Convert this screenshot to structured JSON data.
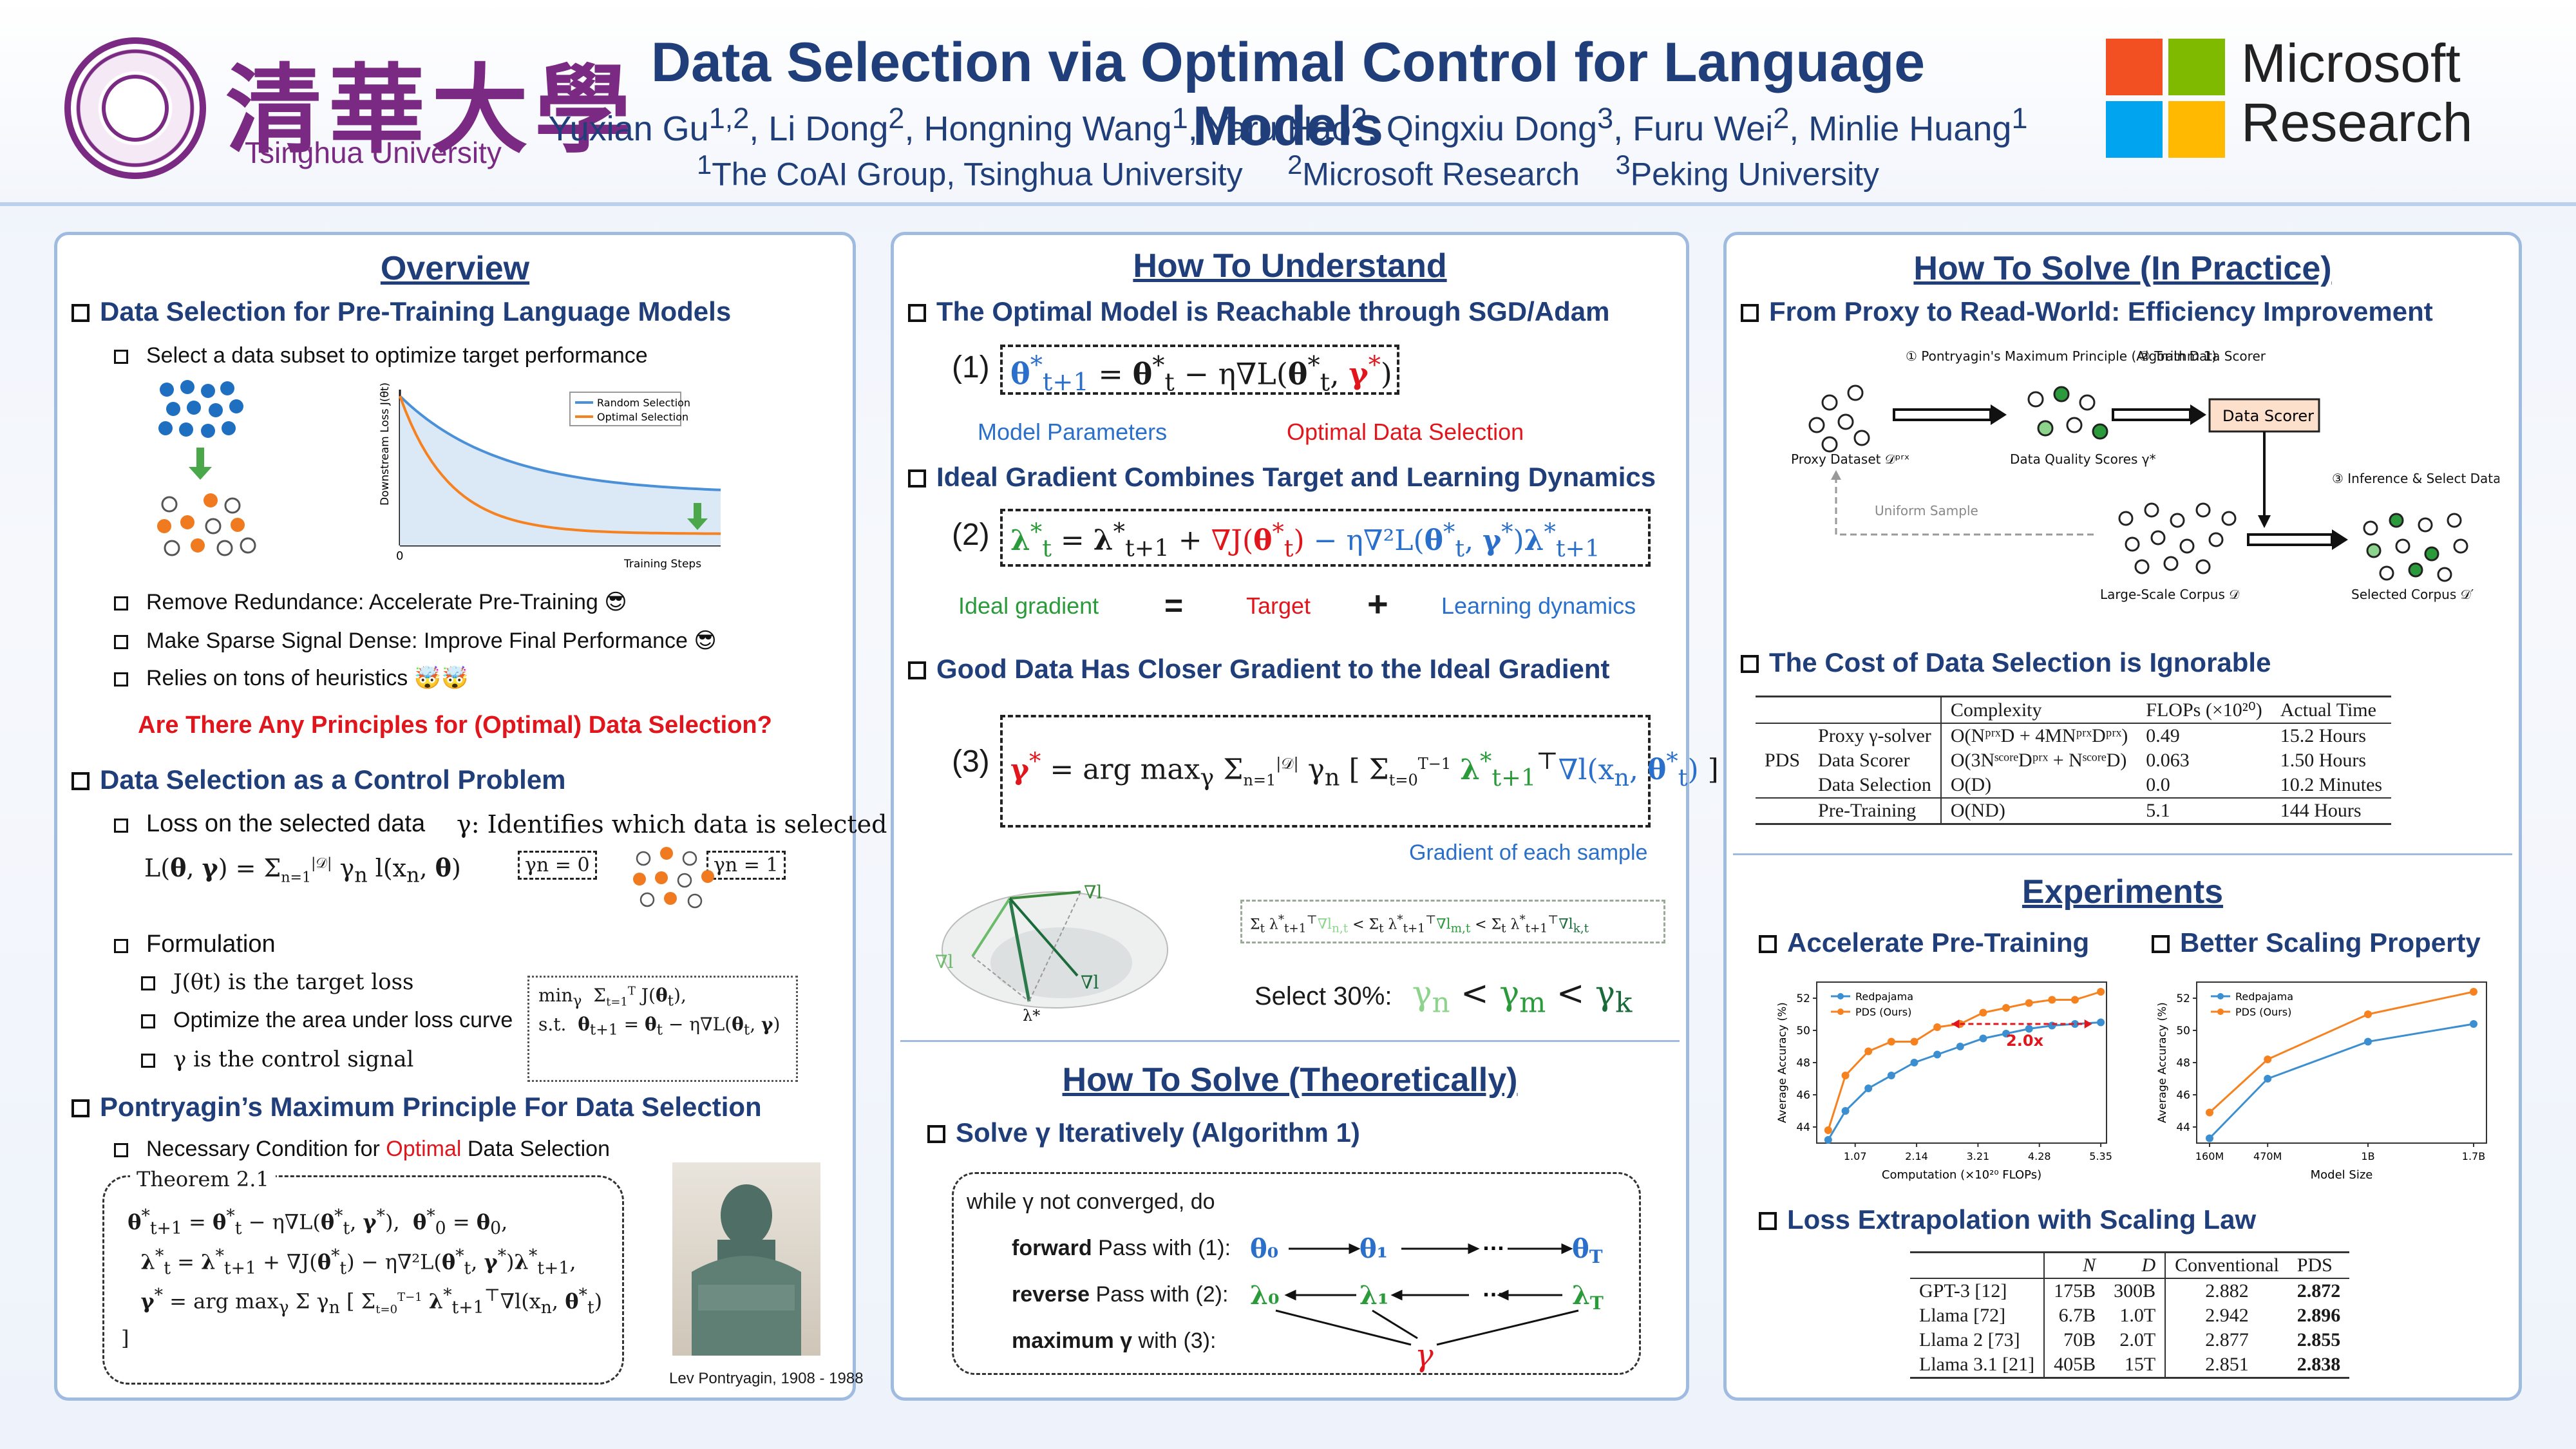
{
  "header": {
    "logo_left_cn": "清華大學",
    "logo_left_en": "Tsinghua University",
    "title": "Data Selection via Optimal Control for Language Models",
    "authors_html": "Yuxian Gu<sup>1,2</sup>, Li Dong<sup>2</sup>, Hongning Wang<sup>1</sup>, Yaru Hao<sup>2</sup>, Qingxiu Dong<sup>3</sup>, Furu Wei<sup>2</sup>, Minlie Huang<sup>1</sup>",
    "affiliations_html": "<sup>1</sup>The CoAI Group, Tsinghua University &nbsp;&nbsp;&nbsp; <sup>2</sup>Microsoft Research &nbsp;&nbsp;&nbsp;<sup>3</sup>Peking University",
    "logo_right": [
      "Microsoft",
      "Research"
    ],
    "logo_right_colors": [
      "#f25022",
      "#7fba00",
      "#00a4ef",
      "#ffb900"
    ]
  },
  "overview": {
    "title": "Overview",
    "h_pretrain": "Data Selection for Pre-Training Language Models",
    "select_subset": "Select a data subset to optimize target performance",
    "chart_ylabel": "Downstream Loss J(θt)",
    "chart_xlabel": "Training Steps",
    "chart_zero": "0",
    "legend_random": "Random Selection",
    "legend_optimal": "Optimal Selection",
    "remove_redundance": "Remove Redundance: Accelerate Pre-Training 😎",
    "sparse_dense": "Make Sparse Signal Dense: Improve Final Performance 😎",
    "heuristics": "Relies on tons of heuristics 🤯🤯",
    "question": "Are There Any Principles for (Optimal) Data Selection?",
    "h_control": "Data Selection as a Control Problem",
    "loss_selected": "Loss on the selected data",
    "gamma_identifies": "γ: Identifies which data is selected",
    "gamma0": "γn = 0",
    "gamma1": "γn = 1",
    "formulation": "Formulation",
    "target_loss": "J(θt) is the target loss",
    "optimize_area": "Optimize the area under loss curve",
    "control_signal": "γ is the control signal",
    "h_pmp": "Pontryagin’s Maximum Principle For Data Selection",
    "necessary_pre": "Necessary Condition for ",
    "necessary_red": "Optimal",
    "necessary_post": " Data Selection",
    "theorem": "Theorem 2.1",
    "portrait_caption": "Lev Pontryagin, 1908 - 1988"
  },
  "understand": {
    "title": "How To Understand",
    "h_reachable": "The Optimal Model is Reachable through SGD/Adam",
    "eq1_num": "(1)",
    "model_params": "Model Parameters",
    "optimal_data": "Optimal Data Selection",
    "h_ideal": "Ideal Gradient Combines Target and Learning Dynamics",
    "eq2_num": "(2)",
    "ideal_gradient": "Ideal gradient",
    "equals": "=",
    "target": "Target",
    "plus": "+",
    "learning_dynamics": "Learning dynamics",
    "h_closer": "Good Data Has Closer Gradient to the Ideal Gradient",
    "eq3_num": "(3)",
    "grad_each": "Gradient of each sample",
    "select30": "Select 30%:"
  },
  "theory": {
    "title": "How To Solve (Theoretically)",
    "h_iterative": "Solve γ Iteratively (Algorithm 1)",
    "while": "while γ not converged, do",
    "forward_b": "forward",
    "forward_t": " Pass with (1):",
    "reverse_b": "reverse",
    "reverse_t": " Pass with (2):",
    "maximum_b": "maximum γ",
    "maximum_t": " with (3):"
  },
  "practice": {
    "title": "How To Solve (In Practice)",
    "h_proxy": "From Proxy to Read-World: Efficiency Improvement",
    "step1": "① Pontryagin's Maximum Principle (Algorithm 1)",
    "step2": "② Train Data Scorer",
    "step3": "③ Inference & Select Data",
    "proxy_dataset": "Proxy Dataset 𝒟ᵖʳˣ",
    "quality_scores": "Data Quality Scores γ*",
    "data_scorer": "Data Scorer",
    "uniform_sample": "Uniform Sample",
    "large_corpus": "Large-Scale Corpus 𝒟",
    "selected_corpus": "Selected Corpus 𝒟′",
    "h_cost": "The Cost of Data Selection is Ignorable",
    "cost_table": {
      "headers": [
        "",
        "",
        "Complexity",
        "FLOPs (×10²⁰)",
        "Actual Time"
      ],
      "pds_label": "PDS",
      "rows": [
        [
          "Proxy γ-solver",
          "O(NᵖʳˣD + 4MNᵖʳˣDᵖʳˣ)",
          "0.49",
          "15.2 Hours"
        ],
        [
          "Data Scorer",
          "O(3NˢᶜᵒʳᵉDᵖʳˣ + NˢᶜᵒʳᵉD)",
          "0.063",
          "1.50 Hours"
        ],
        [
          "Data Selection",
          "O(D)",
          "0.0",
          "10.2 Minutes"
        ]
      ],
      "pretrain": [
        "Pre-Training",
        "O(ND)",
        "5.1",
        "144 Hours"
      ]
    }
  },
  "experiments": {
    "title": "Experiments",
    "h_accelerate": "Accelerate Pre-Training",
    "h_scaling": "Better Scaling Property",
    "h_extrap": "Loss Extrapolation with Scaling Law",
    "speedup": "2.0x",
    "extrap_table": {
      "headers": [
        "",
        "N",
        "D",
        "Conventional",
        "PDS"
      ],
      "rows": [
        [
          "GPT-3 [12]",
          "175B",
          "300B",
          "2.882",
          "2.872"
        ],
        [
          "Llama [72]",
          "6.7B",
          "1.0T",
          "2.942",
          "2.896"
        ],
        [
          "Llama 2 [73]",
          "70B",
          "2.0T",
          "2.877",
          "2.855"
        ],
        [
          "Llama 3.1 [21]",
          "405B",
          "15T",
          "2.851",
          "2.838"
        ]
      ]
    }
  },
  "chart_data": [
    {
      "type": "line",
      "ylabel": "Average Accuracy (%)",
      "xlabel": "Computation (×10²⁰ FLOPs)",
      "x": [
        1.07,
        2.14,
        3.21,
        4.28,
        5.35
      ],
      "x_ticks": [
        "1.07",
        "2.14",
        "3.21",
        "4.28",
        "5.35"
      ],
      "ylim": [
        43,
        53
      ],
      "y_ticks": [
        44,
        46,
        48,
        50,
        52
      ],
      "series": [
        {
          "name": "Redpajama",
          "color": "#3b8fd0",
          "x": [
            0.6,
            0.9,
            1.3,
            1.7,
            2.1,
            2.5,
            2.9,
            3.3,
            3.7,
            4.1,
            4.5,
            4.9,
            5.35
          ],
          "values": [
            43.2,
            45.0,
            46.4,
            47.2,
            48.0,
            48.5,
            49.0,
            49.5,
            49.8,
            50.1,
            50.3,
            50.4,
            50.5
          ]
        },
        {
          "name": "PDS (Ours)",
          "color": "#f5821f",
          "x": [
            0.6,
            0.9,
            1.3,
            1.7,
            2.1,
            2.5,
            2.9,
            3.3,
            3.7,
            4.1,
            4.5,
            4.9,
            5.35
          ],
          "values": [
            43.8,
            47.2,
            48.7,
            49.3,
            49.3,
            50.2,
            50.4,
            51.1,
            51.4,
            51.7,
            51.9,
            51.9,
            52.4
          ]
        }
      ]
    },
    {
      "type": "line",
      "ylabel": "Average Accuracy (%)",
      "xlabel": "Model Size",
      "categories": [
        "160M",
        "470M",
        "1B",
        "1.7B"
      ],
      "x_pos": [
        0,
        0.22,
        0.6,
        1.0
      ],
      "ylim": [
        43,
        53
      ],
      "y_ticks": [
        44,
        46,
        48,
        50,
        52
      ],
      "series": [
        {
          "name": "Redpajama",
          "color": "#3b8fd0",
          "values": [
            43.3,
            47.0,
            49.3,
            50.4
          ]
        },
        {
          "name": "PDS (Ours)",
          "color": "#f5821f",
          "values": [
            44.9,
            48.2,
            51.0,
            52.4
          ]
        }
      ]
    },
    {
      "type": "area",
      "legend": [
        "Random Selection",
        "Optimal Selection"
      ],
      "colors": [
        "#4a90d9",
        "#f5821f"
      ]
    }
  ]
}
